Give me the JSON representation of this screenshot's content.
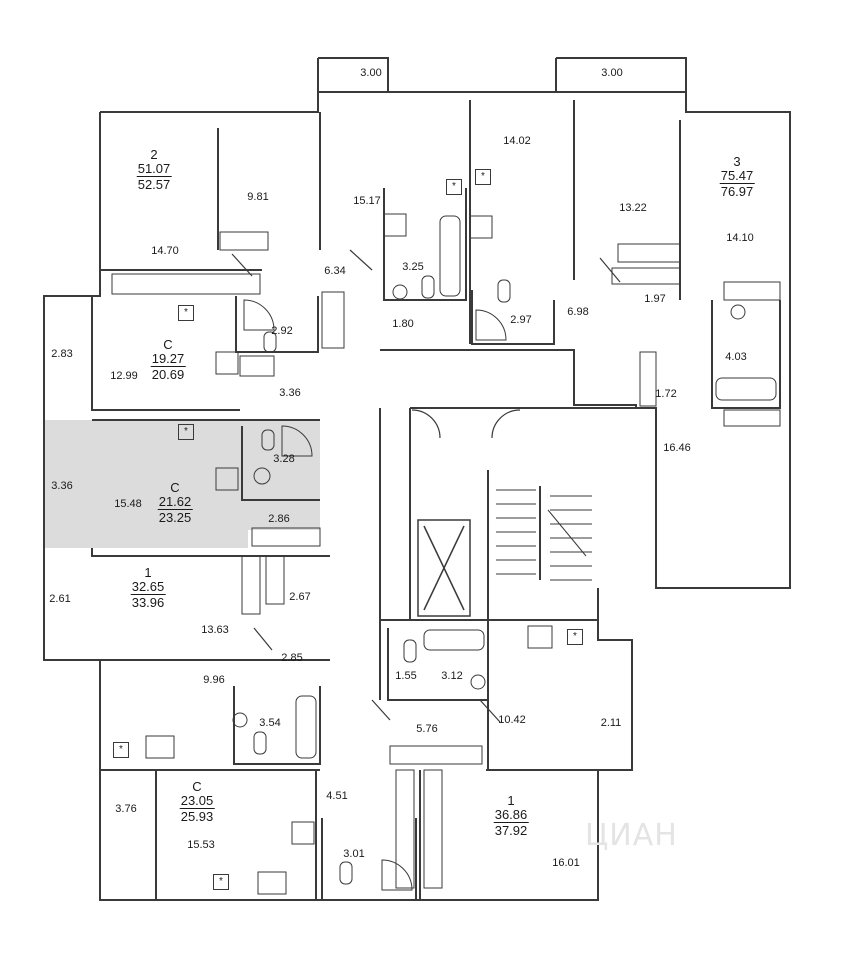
{
  "apartments": [
    {
      "id": "apt-2",
      "type": "2",
      "living": "51.07",
      "total": "52.57"
    },
    {
      "id": "apt-3",
      "type": "3",
      "living": "75.47",
      "total": "76.97"
    },
    {
      "id": "apt-studio-a",
      "type": "С",
      "living": "19.27",
      "total": "20.69"
    },
    {
      "id": "apt-studio-b",
      "type": "С",
      "living": "21.62",
      "total": "23.25",
      "highlighted": true
    },
    {
      "id": "apt-1a",
      "type": "1",
      "living": "32.65",
      "total": "33.96"
    },
    {
      "id": "apt-studio-c",
      "type": "С",
      "living": "23.05",
      "total": "25.93"
    },
    {
      "id": "apt-1b",
      "type": "1",
      "living": "36.86",
      "total": "37.92"
    }
  ],
  "room_areas": [
    "3.00",
    "3.00",
    "14.02",
    "14.70",
    "9.81",
    "15.17",
    "13.22",
    "14.10",
    "6.34",
    "3.25",
    "1.97",
    "6.98",
    "2.97",
    "1.80",
    "2.92",
    "2.83",
    "12.99",
    "4.03",
    "1.72",
    "3.36",
    "3.36",
    "15.48",
    "3.28",
    "2.86",
    "16.46",
    "2.61",
    "2.67",
    "13.63",
    "2.85",
    "9.96",
    "3.54",
    "1.55",
    "3.12",
    "5.76",
    "10.42",
    "2.11",
    "4.51",
    "3.76",
    "15.53",
    "3.01",
    "16.01"
  ],
  "fixture_symbols": {
    "vent_marker": "*"
  },
  "watermark": "ЦИАН",
  "colors": {
    "wall": "#3a3a3a",
    "highlight": "#dcdcdc",
    "background": "#ffffff",
    "watermark": "#e4e4e4"
  }
}
